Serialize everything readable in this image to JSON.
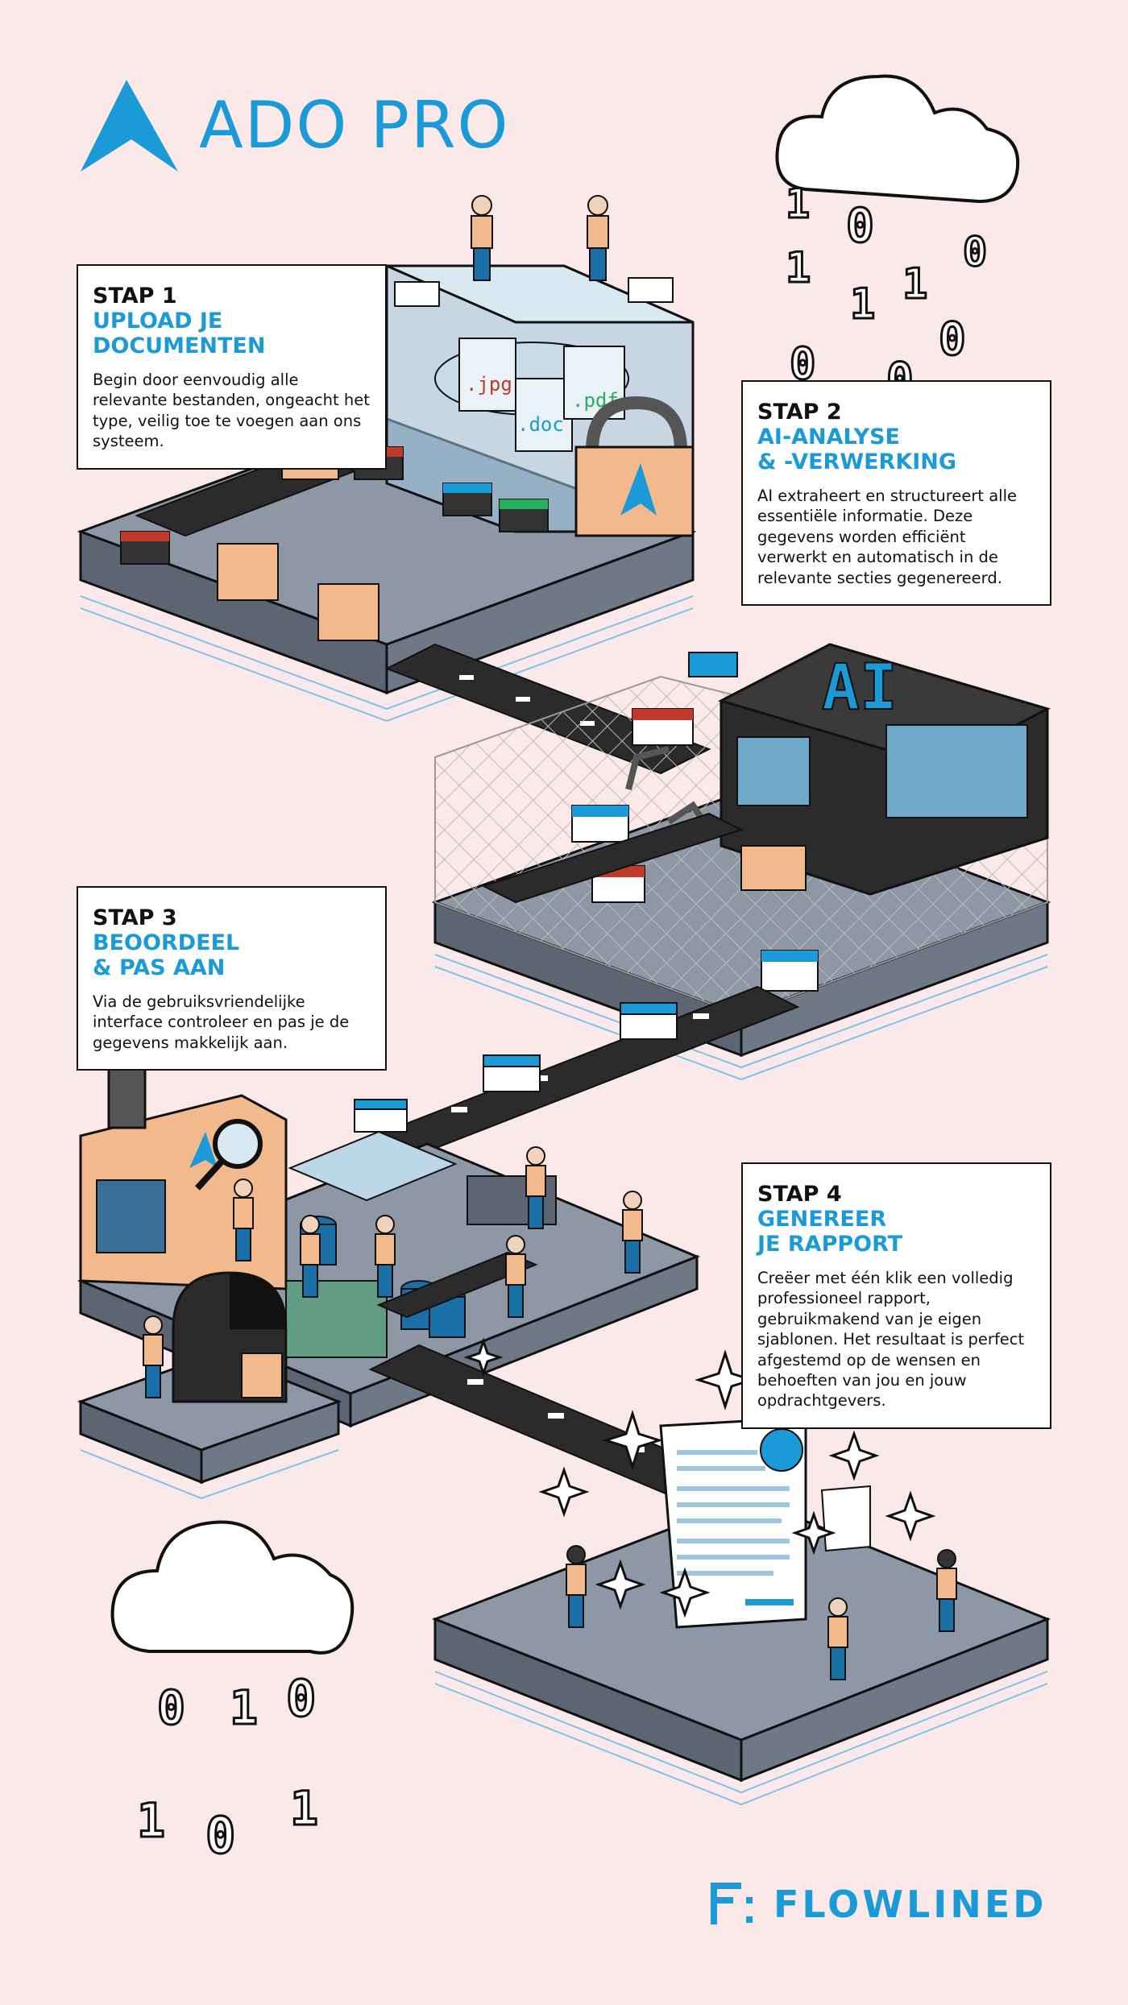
{
  "brand": {
    "name": "ADO PRO"
  },
  "steps": [
    {
      "num": "STAP 1",
      "title_l1": "UPLOAD JE",
      "title_l2": "DOCUMENTEN",
      "body": "Begin door eenvoudig alle relevante bestanden, ongeacht het type, veilig toe te voegen aan ons systeem."
    },
    {
      "num": "STAP 2",
      "title_l1": "AI-ANALYSE",
      "title_l2": "& -VERWERKING",
      "body": "AI extraheert en structureert alle essentiële informatie. Deze gegevens worden efficiënt verwerkt en automatisch in de relevante secties gegenereerd."
    },
    {
      "num": "STAP 3",
      "title_l1": "BEOORDEEL",
      "title_l2": "& PAS AAN",
      "body": "Via de gebruiksvriendelijke interface controleer en pas je de gegevens makkelijk aan."
    },
    {
      "num": "STAP 4",
      "title_l1": "GENEREER",
      "title_l2": "JE RAPPORT",
      "body": "Creëer met één klik een volledig professioneel rapport, gebruikmakend van je eigen sjablonen. Het resultaat is perfect afgestemd op de wensen en behoeften van jou en jouw opdrachtgevers."
    }
  ],
  "file_labels": {
    "jpg": ".jpg",
    "pdf": ".pdf",
    "doc": ".doc"
  },
  "ai_label": "AI",
  "footer": {
    "name": "FLOWLINED"
  },
  "colors": {
    "accent": "#1a9ad6",
    "background": "#fbe9ea",
    "platform": "#8d97a6",
    "peach": "#f2b98c",
    "dark": "#2b2b2b"
  },
  "icons": [
    "logo-mark-icon",
    "cloud-icon",
    "lock-icon",
    "magnifier-icon",
    "sparkle-icon",
    "flowlined-mark-icon"
  ]
}
